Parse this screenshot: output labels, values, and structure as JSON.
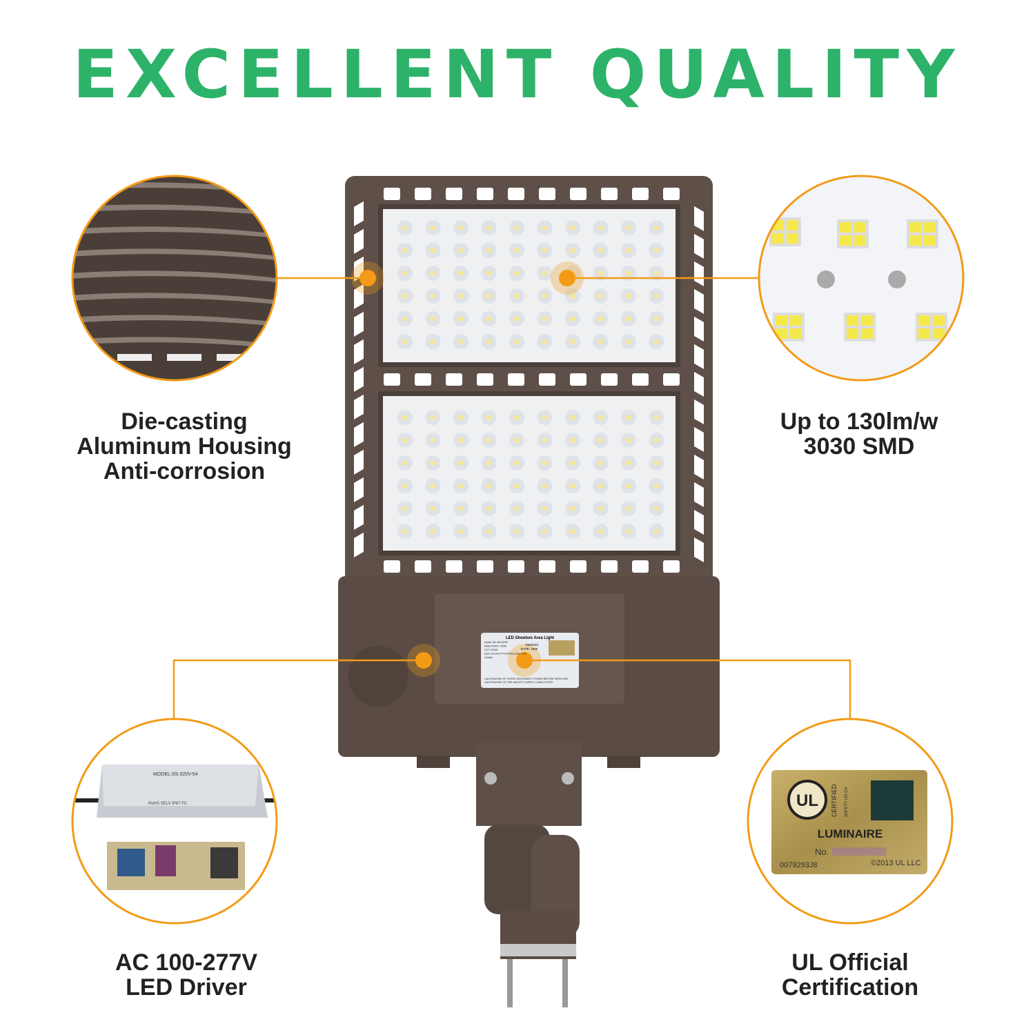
{
  "title": "EXCELLENT QUALITY",
  "colors": {
    "title_green": "#2db26a",
    "accent_orange": "#f39a16",
    "housing_brown": "#5e5048",
    "text": "#222222"
  },
  "features": [
    {
      "id": "housing",
      "lines": [
        "Die-casting",
        "Aluminum Housing",
        "Anti-corrosion"
      ],
      "icon": "heatsink-fins-closeup"
    },
    {
      "id": "smd",
      "lines": [
        "Up to 130lm/w",
        "3030 SMD"
      ],
      "icon": "led-chip-closeup"
    },
    {
      "id": "driver",
      "lines": [
        "AC 100-277V",
        "LED Driver"
      ],
      "icon": "led-driver-closeup"
    },
    {
      "id": "ul",
      "lines": [
        "UL Official",
        "Certification"
      ],
      "icon": "ul-label-closeup"
    }
  ],
  "product_label": {
    "heading": "LED Shoebox Area Light",
    "lines": [
      "Model: NG-SB-320W",
      "Rated Power: 320W",
      "CCT: 5700K",
      "Input: AC100-277V,50/60Hz,Max 1.5A",
      "Caution",
      "CAUTION-RISK OF SHOCK  DISCONNECT POWER BEFORE SERVICING",
      "CAUTION-RISK OF FIRE  MIN 90°C SUPPLY CONDUCTORS"
    ],
    "code": "E500183",
    "date": "DATE: 1906"
  },
  "driver_label": {
    "model": "MODEL:SS-320V-54",
    "marks": "RoHS SELV IP67 FC"
  },
  "ul_label": {
    "mark": "UL",
    "certified": "CERTIFIED",
    "safety": "SAFETY US-CA",
    "type": "LUMINAIRE",
    "no": "No.",
    "serial": "0079293J8",
    "copyright": "©2013 UL LLC"
  }
}
